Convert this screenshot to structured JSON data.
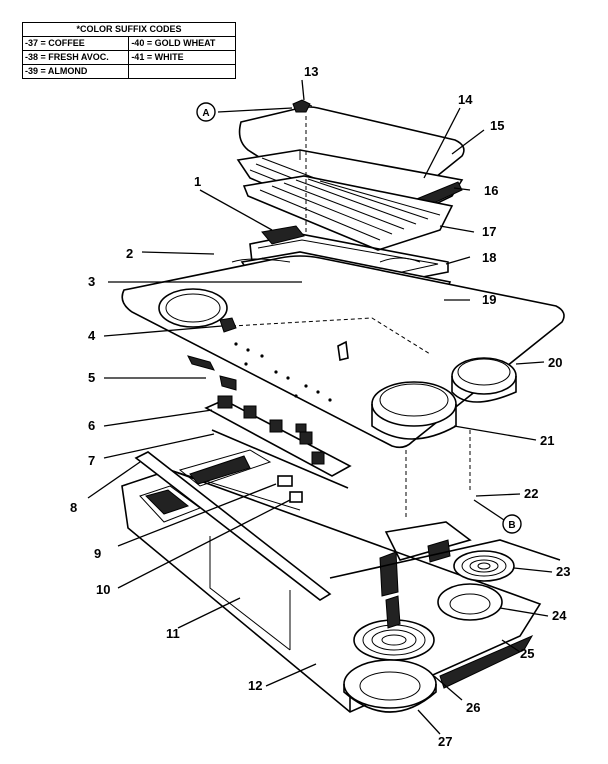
{
  "legend": {
    "title": "*COLOR SUFFIX CODES",
    "rows": [
      [
        "-37 = COFFEE",
        "-40 = GOLD WHEAT"
      ],
      [
        "-38 = FRESH AVOC.",
        "-41 = WHITE"
      ],
      [
        "-39 = ALMOND",
        ""
      ]
    ]
  },
  "ref_markers": [
    "A",
    "B"
  ],
  "callouts": [
    "1",
    "2",
    "3",
    "4",
    "5",
    "6",
    "7",
    "8",
    "9",
    "10",
    "11",
    "12",
    "13",
    "14",
    "15",
    "16",
    "17",
    "18",
    "19",
    "20",
    "21",
    "22",
    "23",
    "24",
    "25",
    "26",
    "27"
  ]
}
